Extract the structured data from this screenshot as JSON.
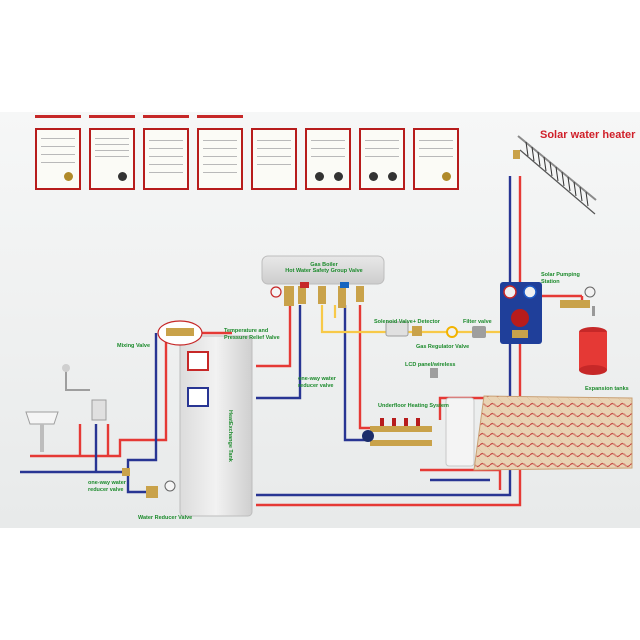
{
  "diagram": {
    "title": "Solar water heater",
    "labels": {
      "gas_boiler": "Gas Boiler",
      "safety_group": "Hot Water Safety Group Valve",
      "solenoid": "Solenoid Valve+ Detector",
      "filter": "Filter valve",
      "gas_regulator": "Gas Regulator Valve",
      "lcd": "LCD panel/wireless",
      "solar_pumping_1": "Solar Pumping",
      "solar_pumping_2": "Station",
      "expansion": "Expansion tanks",
      "underfloor": "Underfloor Heating System",
      "one_way_right_1": "one-way water",
      "one_way_right_2": "reducer valve",
      "temp_relief_1": "Temperature and",
      "temp_relief_2": "Pressure Relief Valve",
      "mixing": "Mixing Valve",
      "heat_tank": "HeatExchange Tank",
      "one_way_left_1": "one-way water",
      "one_way_left_2": "reducer valve",
      "water_reducer": "Water Reducer Valve"
    },
    "colors": {
      "hot_pipe": "#e53935",
      "cold_pipe": "#283593",
      "gas_pipe": "#f7c948",
      "label_green": "#1b8a2b",
      "title_red": "#d0202a",
      "cert_frame": "#b71c1c"
    },
    "certificates": [
      "certificate-1",
      "certificate-2",
      "certificate-3",
      "certificate-4",
      "certificate-5",
      "certificate-6",
      "certificate-7",
      "certificate-8"
    ]
  }
}
